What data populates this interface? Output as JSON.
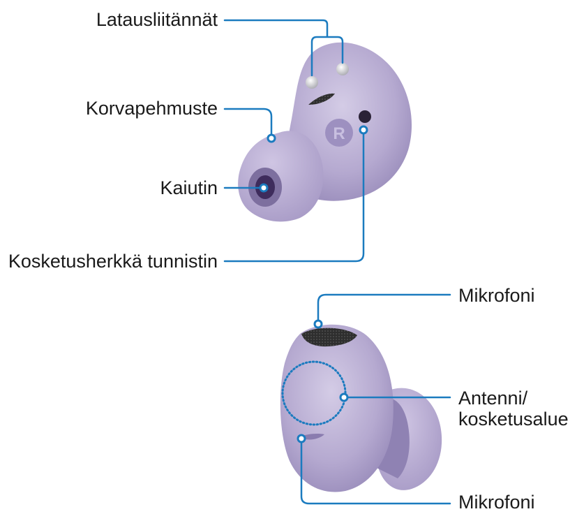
{
  "labels": {
    "charging_contacts": "Latausliitännät",
    "ear_tip": "Korvapehmuste",
    "speaker": "Kaiutin",
    "touch_sensor": "Kosketusherkkä tunnistin",
    "microphone_top": "Mikrofoni",
    "antenna_line1": "Antenni/",
    "antenna_line2": "kosketusalue",
    "microphone_bottom": "Mikrofoni"
  },
  "badge": {
    "side_letter": "R"
  },
  "colors": {
    "callout_line": "#1b7bbf",
    "earbud_body": "#b9aed3",
    "earbud_shadow": "#8e82b0",
    "grille": "#3a3a3a",
    "contact": "#dcdcdc"
  }
}
